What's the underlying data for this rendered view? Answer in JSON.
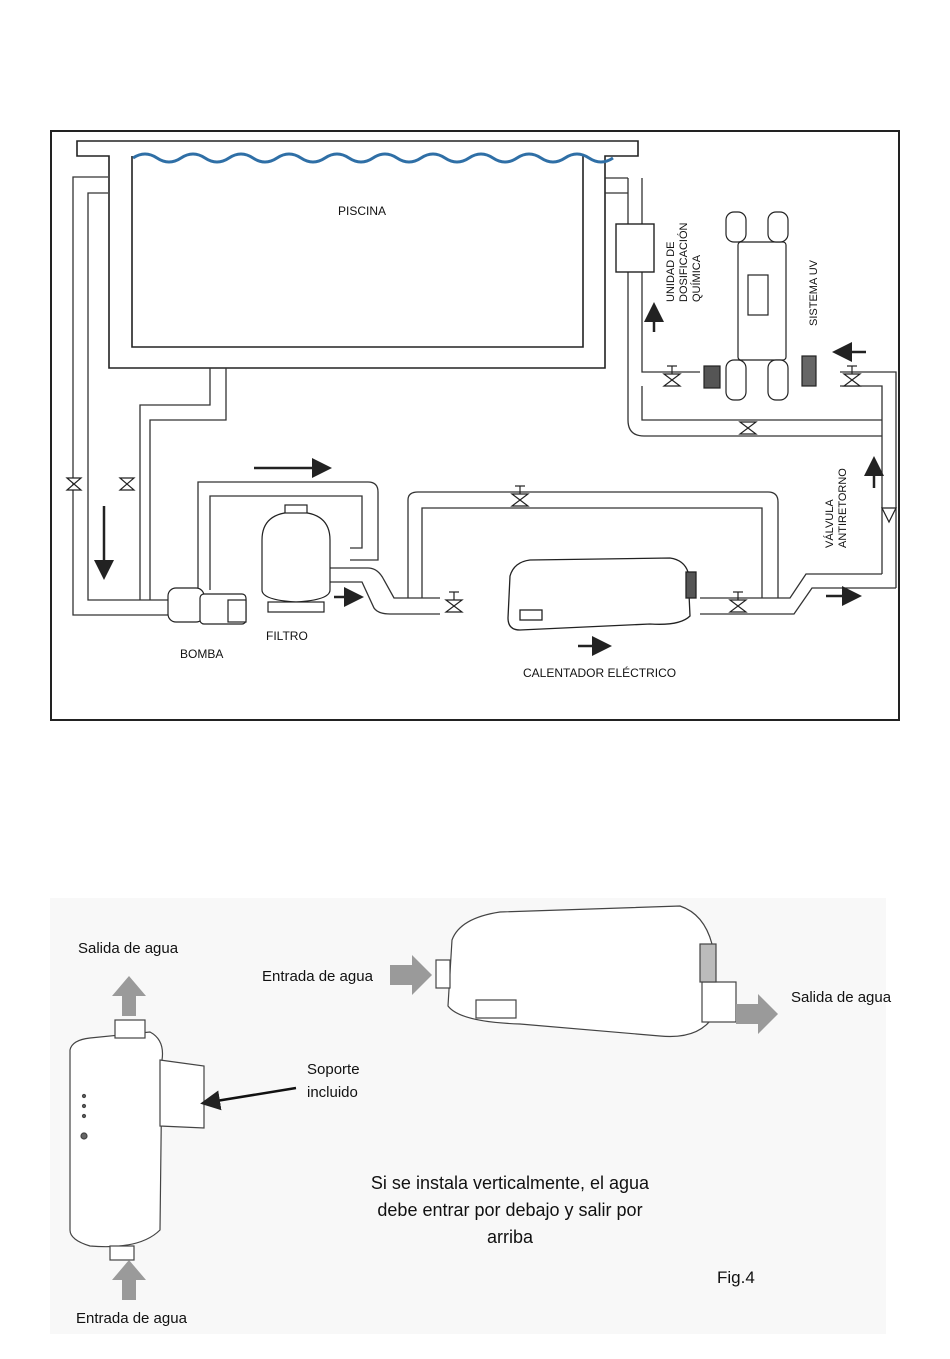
{
  "diagram_top": {
    "pool_label": "PISCINA",
    "dosing_label_line1": "UNIDAD DE",
    "dosing_label_line2": "DOSIFICACIÓN",
    "dosing_label_line3": "QUÍMICA",
    "uv_label": "SISTEMA UV",
    "check_valve_line1": "VÁLVULA",
    "check_valve_line2": "ANTIRETORNO",
    "filter_label": "FILTRO",
    "pump_label": "BOMBA",
    "heater_label": "CALENTADOR ELÉCTRICO"
  },
  "diagram_bottom": {
    "vertical_outlet": "Salida de agua",
    "vertical_inlet": "Entrada de agua",
    "bracket_line1": "Soporte",
    "bracket_line2": "incluido",
    "horizontal_inlet": "Entrada de agua",
    "horizontal_outlet": "Salida de agua",
    "note_line1": "Si se instala verticalmente, el agua",
    "note_line2": "debe entrar por debajo y salir por",
    "note_line3": "arriba",
    "figure_label": "Fig.4"
  },
  "colors": {
    "water": "#2f6fa6",
    "outline": "#222222",
    "arrow_grey": "#9a9a9a",
    "pipe": "#ffffff"
  }
}
